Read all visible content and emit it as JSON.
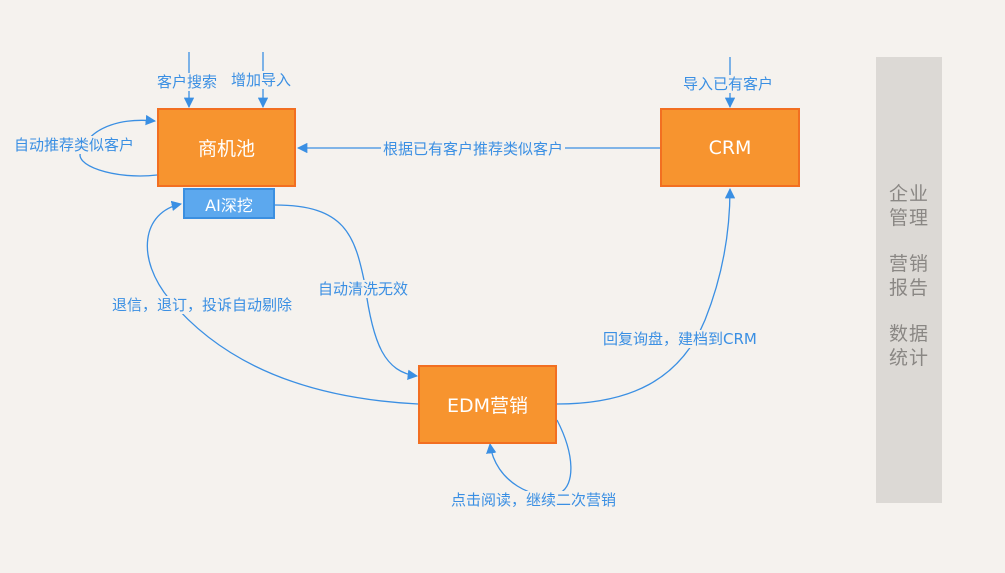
{
  "nodes": {
    "opportunity_pool": "商机池",
    "ai_mining": "AI深挖",
    "crm": "CRM",
    "edm": "EDM营销"
  },
  "edges": {
    "customer_search": "客户搜索",
    "add_import": "增加导入",
    "auto_recommend": "自动推荐类似客户",
    "recommend_from_existing": "根据已有客户推荐类似客户",
    "import_existing": "导入已有客户",
    "auto_clean": "自动清洗无效",
    "bounce_remove": "退信，退订，投诉自动剔除",
    "reply_to_crm": "回复询盘，建档到CRM",
    "click_read": "点击阅读，继续二次营销"
  },
  "side_panel": {
    "items": [
      "企业管理",
      "营销报告",
      "数据统计"
    ]
  },
  "colors": {
    "background": "#f5f2ee",
    "node_fill": "#f7942f",
    "node_border": "#f26f21",
    "chip_fill": "#5ca8ee",
    "connector": "#3a8fe3",
    "side_panel": "#dcd9d5",
    "side_text": "#8a8784"
  }
}
